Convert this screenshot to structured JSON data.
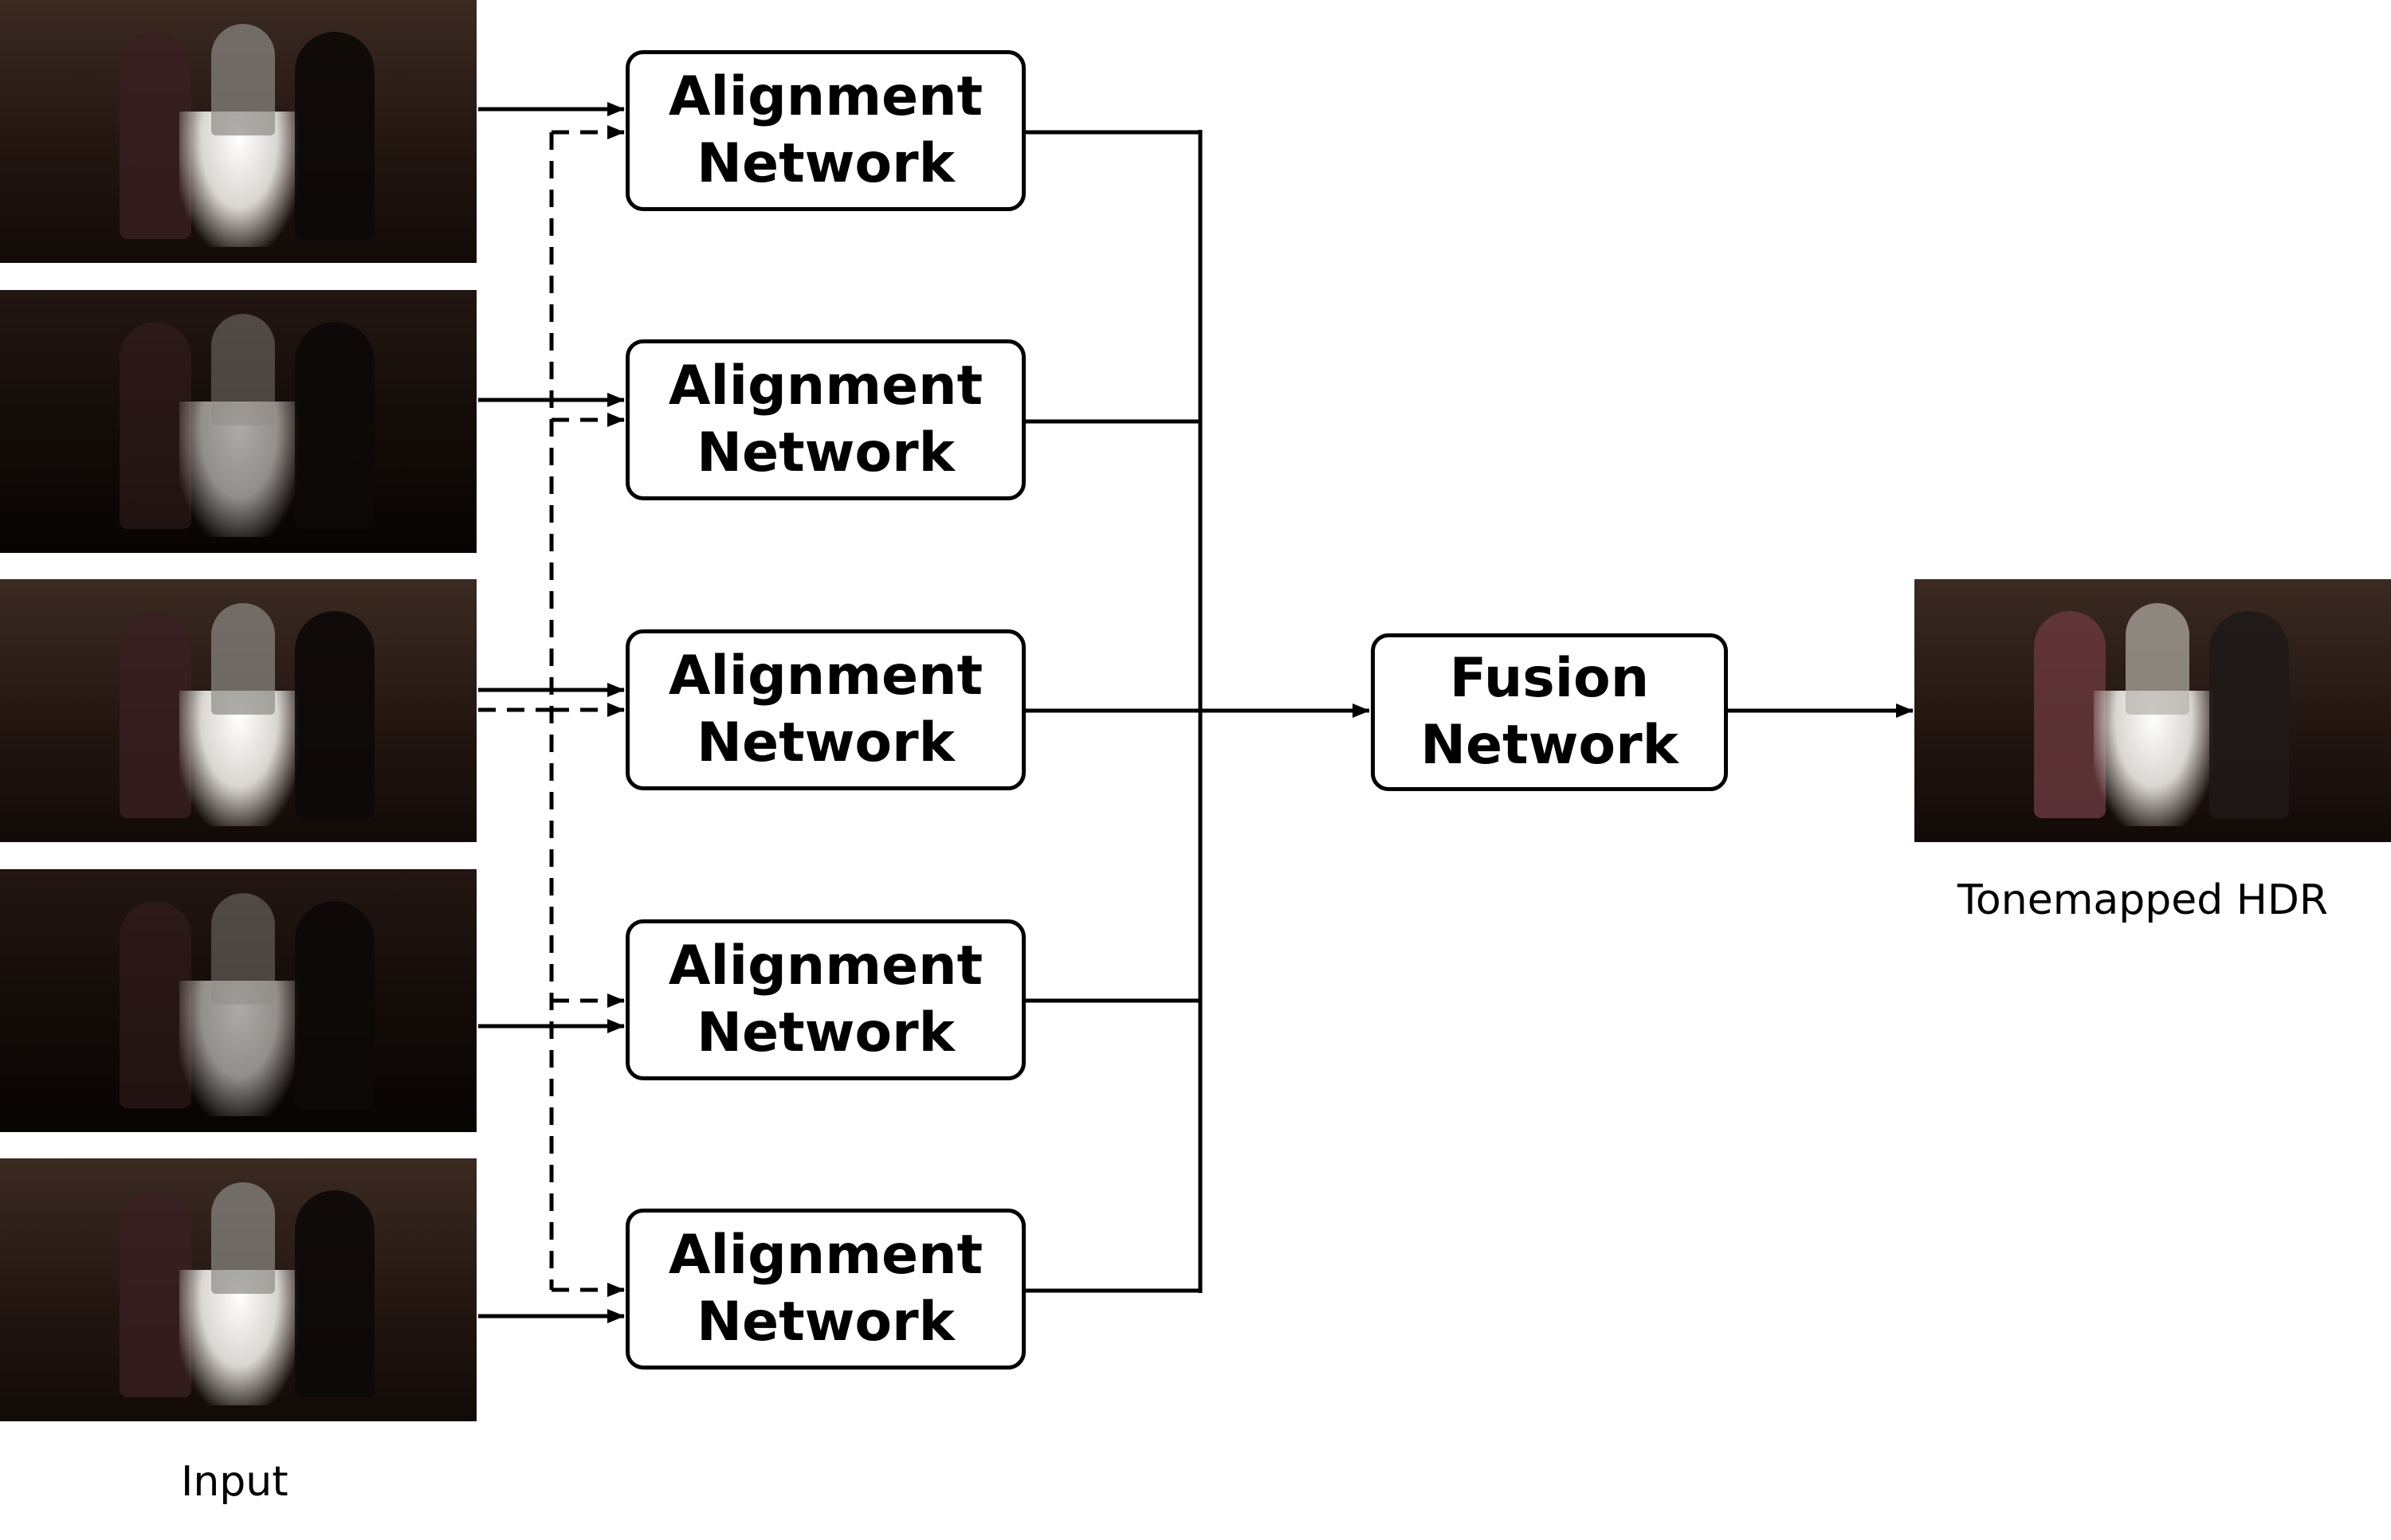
{
  "diagram": {
    "input_label": "Input",
    "output_label": "Tonemapped HDR",
    "alignment_boxes": [
      {
        "line1": "Alignment",
        "line2": "Network"
      },
      {
        "line1": "Alignment",
        "line2": "Network"
      },
      {
        "line1": "Alignment",
        "line2": "Network"
      },
      {
        "line1": "Alignment",
        "line2": "Network"
      },
      {
        "line1": "Alignment",
        "line2": "Network"
      }
    ],
    "fusion_box": {
      "line1": "Fusion",
      "line2": "Network"
    },
    "input_frames": [
      "input-frame-1",
      "input-frame-2",
      "input-frame-3",
      "input-frame-4",
      "input-frame-5"
    ],
    "output_frame": "tonemapped-hdr-image",
    "colors": {
      "line": "#000000",
      "background": "#ffffff"
    }
  }
}
